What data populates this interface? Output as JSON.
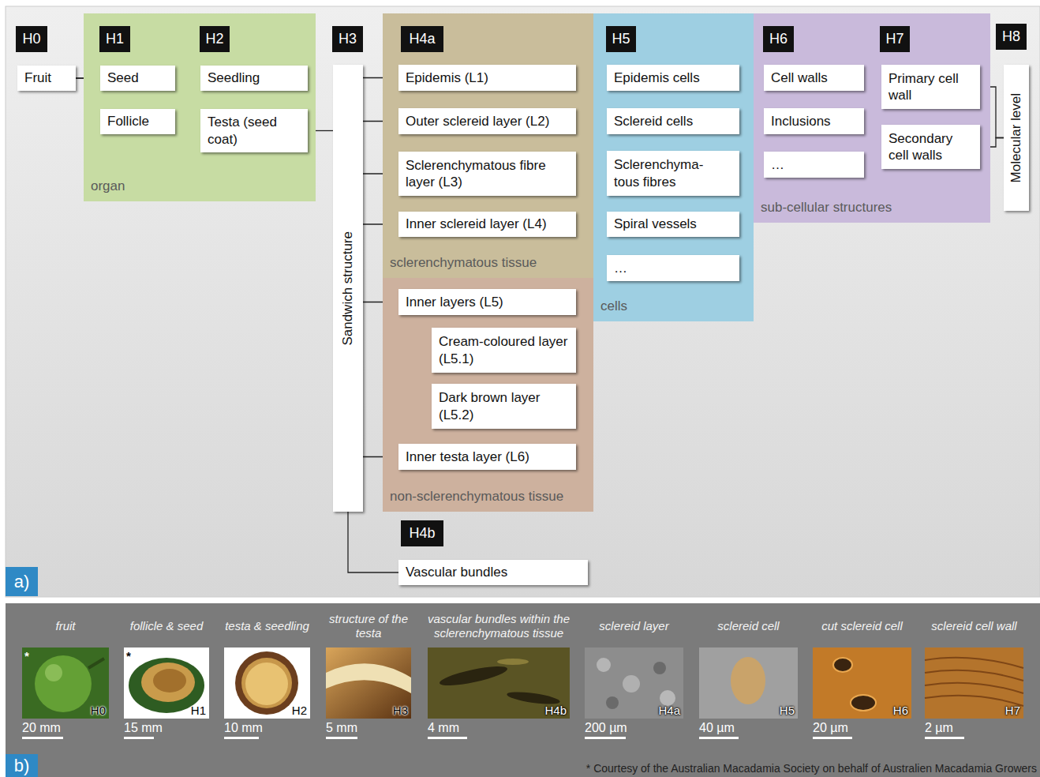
{
  "diagram": {
    "nodes": [
      {
        "text": [
          "H0"
        ]
      },
      {
        "text": [
          "organ"
        ]
      },
      {
        "text": [
          "H1"
        ],
        "in": 1
      },
      {
        "text": [
          "H2"
        ],
        "in": 1
      },
      {
        "text": [
          "Fruit"
        ]
      },
      {
        "text": [
          "Seed"
        ],
        "in": 1
      },
      {
        "text": [
          "Follicle"
        ],
        "in": 1
      },
      {
        "text": [
          "Seedling"
        ],
        "in": 1
      },
      {
        "text": [
          "Testa (seed coat)"
        ],
        "in": 1
      },
      {
        "text": [
          "H3"
        ]
      },
      {
        "text": [
          "Sandwich structure"
        ]
      },
      {
        "text": [
          "sclerenchymatous tissue"
        ]
      },
      {
        "text": [
          "H4a"
        ],
        "in": 11
      },
      {
        "text": [
          "Epidemis (L1)"
        ],
        "in": 11
      },
      {
        "text": [
          "Outer sclereid layer (L2)"
        ],
        "in": 11
      },
      {
        "text": [
          "Sclerenchymatous fibre layer (L3)"
        ],
        "in": 11
      },
      {
        "text": [
          "Inner sclereid layer (L4)"
        ],
        "in": 11
      },
      {
        "text": [
          "non-sclerenchymatous tissue"
        ]
      },
      {
        "text": [
          "Inner layers (L5)"
        ],
        "in": 17
      },
      {
        "text": [
          "Cream-coloured layer (L5.1)"
        ],
        "in": 17
      },
      {
        "text": [
          "Dark brown layer (L5.2)"
        ],
        "in": 17
      },
      {
        "text": [
          "Inner testa layer (L6)"
        ],
        "in": 17
      },
      {
        "text": [
          "H4b"
        ]
      },
      {
        "text": [
          "Vascular bundles"
        ]
      },
      {
        "text": [
          "cells"
        ]
      },
      {
        "text": [
          "H5"
        ],
        "in": 24
      },
      {
        "text": [
          "Epidemis cells"
        ],
        "in": 24
      },
      {
        "text": [
          "Sclereid cells"
        ],
        "in": 24
      },
      {
        "text": [
          "Sclerenchyma- tous fibres"
        ],
        "in": 24
      },
      {
        "text": [
          "Spiral vessels"
        ],
        "in": 24
      },
      {
        "text": [
          "…"
        ],
        "in": 24
      },
      {
        "text": [
          "sub-cellular structures"
        ]
      },
      {
        "text": [
          "H6"
        ],
        "in": 31
      },
      {
        "text": [
          "H7"
        ],
        "in": 31
      },
      {
        "text": [
          "Cell walls"
        ],
        "in": 31
      },
      {
        "text": [
          "Inclusions"
        ],
        "in": 31
      },
      {
        "text": [
          "…"
        ],
        "in": 31
      },
      {
        "text": [
          "Primary cell wall"
        ],
        "in": 31
      },
      {
        "text": [
          "Secondary cell walls"
        ],
        "in": 31
      },
      {
        "text": [
          "H8"
        ]
      },
      {
        "text": [
          "Molecular level"
        ]
      },
      {
        "text": [
          "a)"
        ]
      },
      {
        "text": [
          "b)"
        ]
      }
    ],
    "edges": [
      {
        "from": 4,
        "to": 5,
        "arrow": "none"
      },
      {
        "from": 4,
        "to": 6,
        "arrow": "none"
      },
      {
        "from": 5,
        "to": 7,
        "arrow": "none"
      },
      {
        "from": 5,
        "to": 8,
        "arrow": "none"
      },
      {
        "from": 8,
        "to": 10,
        "arrow": "none"
      },
      {
        "from": 10,
        "to": 13,
        "arrow": "none"
      },
      {
        "from": 10,
        "to": 14,
        "arrow": "none"
      },
      {
        "from": 10,
        "to": 15,
        "arrow": "none"
      },
      {
        "from": 10,
        "to": 16,
        "arrow": "none"
      },
      {
        "from": 10,
        "to": 18,
        "arrow": "none"
      },
      {
        "from": 10,
        "to": 21,
        "arrow": "none"
      },
      {
        "from": 18,
        "to": 19,
        "arrow": "none"
      },
      {
        "from": 18,
        "to": 20,
        "arrow": "none"
      },
      {
        "from": 10,
        "to": 23,
        "arrow": "none"
      },
      {
        "from": 13,
        "to": 26,
        "arrow": "none"
      },
      {
        "from": 14,
        "to": 27,
        "arrow": "none"
      },
      {
        "from": 15,
        "to": 27,
        "arrow": "none"
      },
      {
        "from": 16,
        "to": 27,
        "arrow": "none"
      },
      {
        "from": 26,
        "to": 34,
        "arrow": "none"
      },
      {
        "from": 26,
        "to": 35,
        "arrow": "none"
      },
      {
        "from": 27,
        "to": 34,
        "arrow": "none"
      },
      {
        "from": 27,
        "to": 35,
        "arrow": "none"
      },
      {
        "from": 28,
        "to": 34,
        "arrow": "none"
      },
      {
        "from": 28,
        "to": 35,
        "arrow": "none"
      },
      {
        "from": 29,
        "to": 34,
        "arrow": "none"
      },
      {
        "from": 29,
        "to": 35,
        "arrow": "none"
      },
      {
        "from": 34,
        "to": 37,
        "arrow": "none"
      },
      {
        "from": 34,
        "to": 38,
        "arrow": "none"
      },
      {
        "from": 37,
        "to": 40,
        "arrow": "none"
      },
      {
        "from": 38,
        "to": 40,
        "arrow": "none"
      }
    ],
    "labels": [
      "fruit",
      "follicle & seed",
      "testa & seedling",
      "structure of the testa",
      "vascular bundles within the sclerenchymatous tissue",
      "sclereid layer",
      "sclereid cell",
      "cut sclereid cell",
      "sclereid cell wall",
      "H0",
      "H1",
      "H2",
      "H3",
      "H4b",
      "H4a",
      "H5",
      "H6",
      "H7",
      "*",
      "*",
      "20 mm",
      "15 mm",
      "10 mm",
      "5 mm",
      "4 mm",
      "200 µm",
      "40 µm",
      "20 µm",
      "2 µm",
      "* Courtesy of the Australian Macadamia Society on behalf of Australien Macadamia Growers"
    ]
  }
}
